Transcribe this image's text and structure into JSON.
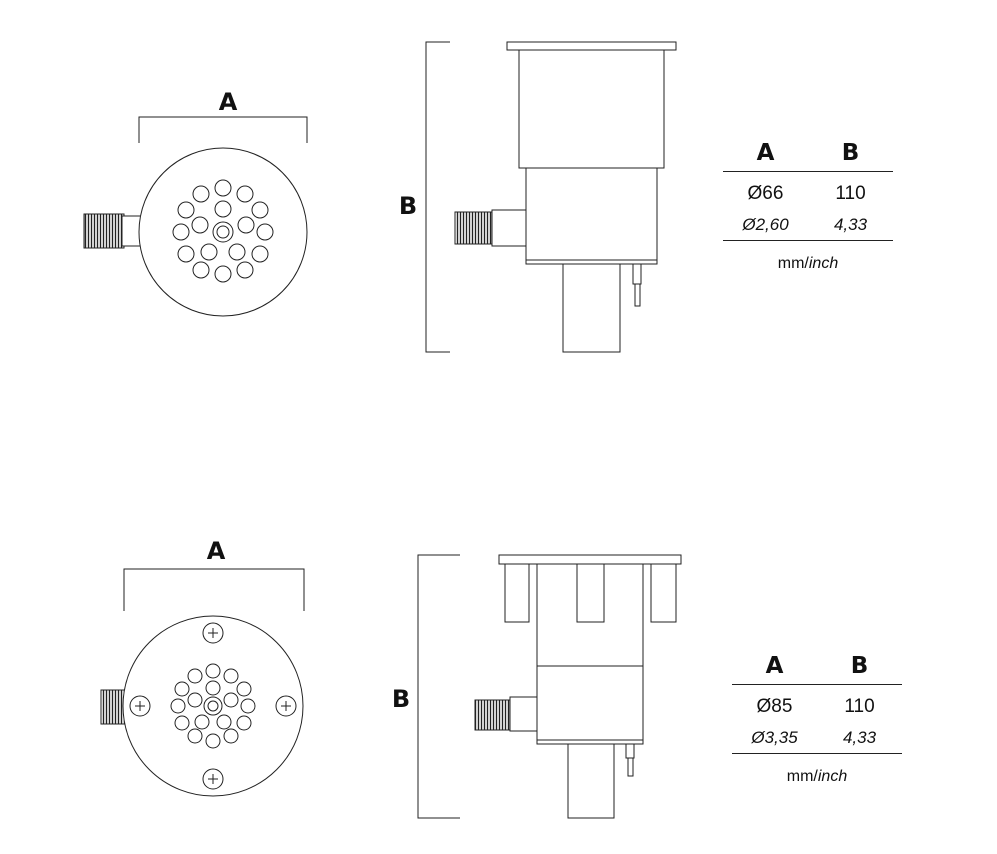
{
  "labels": {
    "top_width_letter": "A",
    "top_height_letter": "B",
    "bottom_width_letter": "A",
    "bottom_height_letter": "B"
  },
  "table_top": {
    "headers": [
      "A",
      "B"
    ],
    "mm": [
      "Ø66",
      "110"
    ],
    "inch": [
      "Ø2,60",
      "4,33"
    ],
    "unit_mm": "mm/",
    "unit_inch": "inch"
  },
  "table_bottom": {
    "headers": [
      "A",
      "B"
    ],
    "mm": [
      "Ø85",
      "110"
    ],
    "inch": [
      "Ø3,35",
      "4,33"
    ],
    "unit_mm": "mm/",
    "unit_inch": "inch"
  }
}
